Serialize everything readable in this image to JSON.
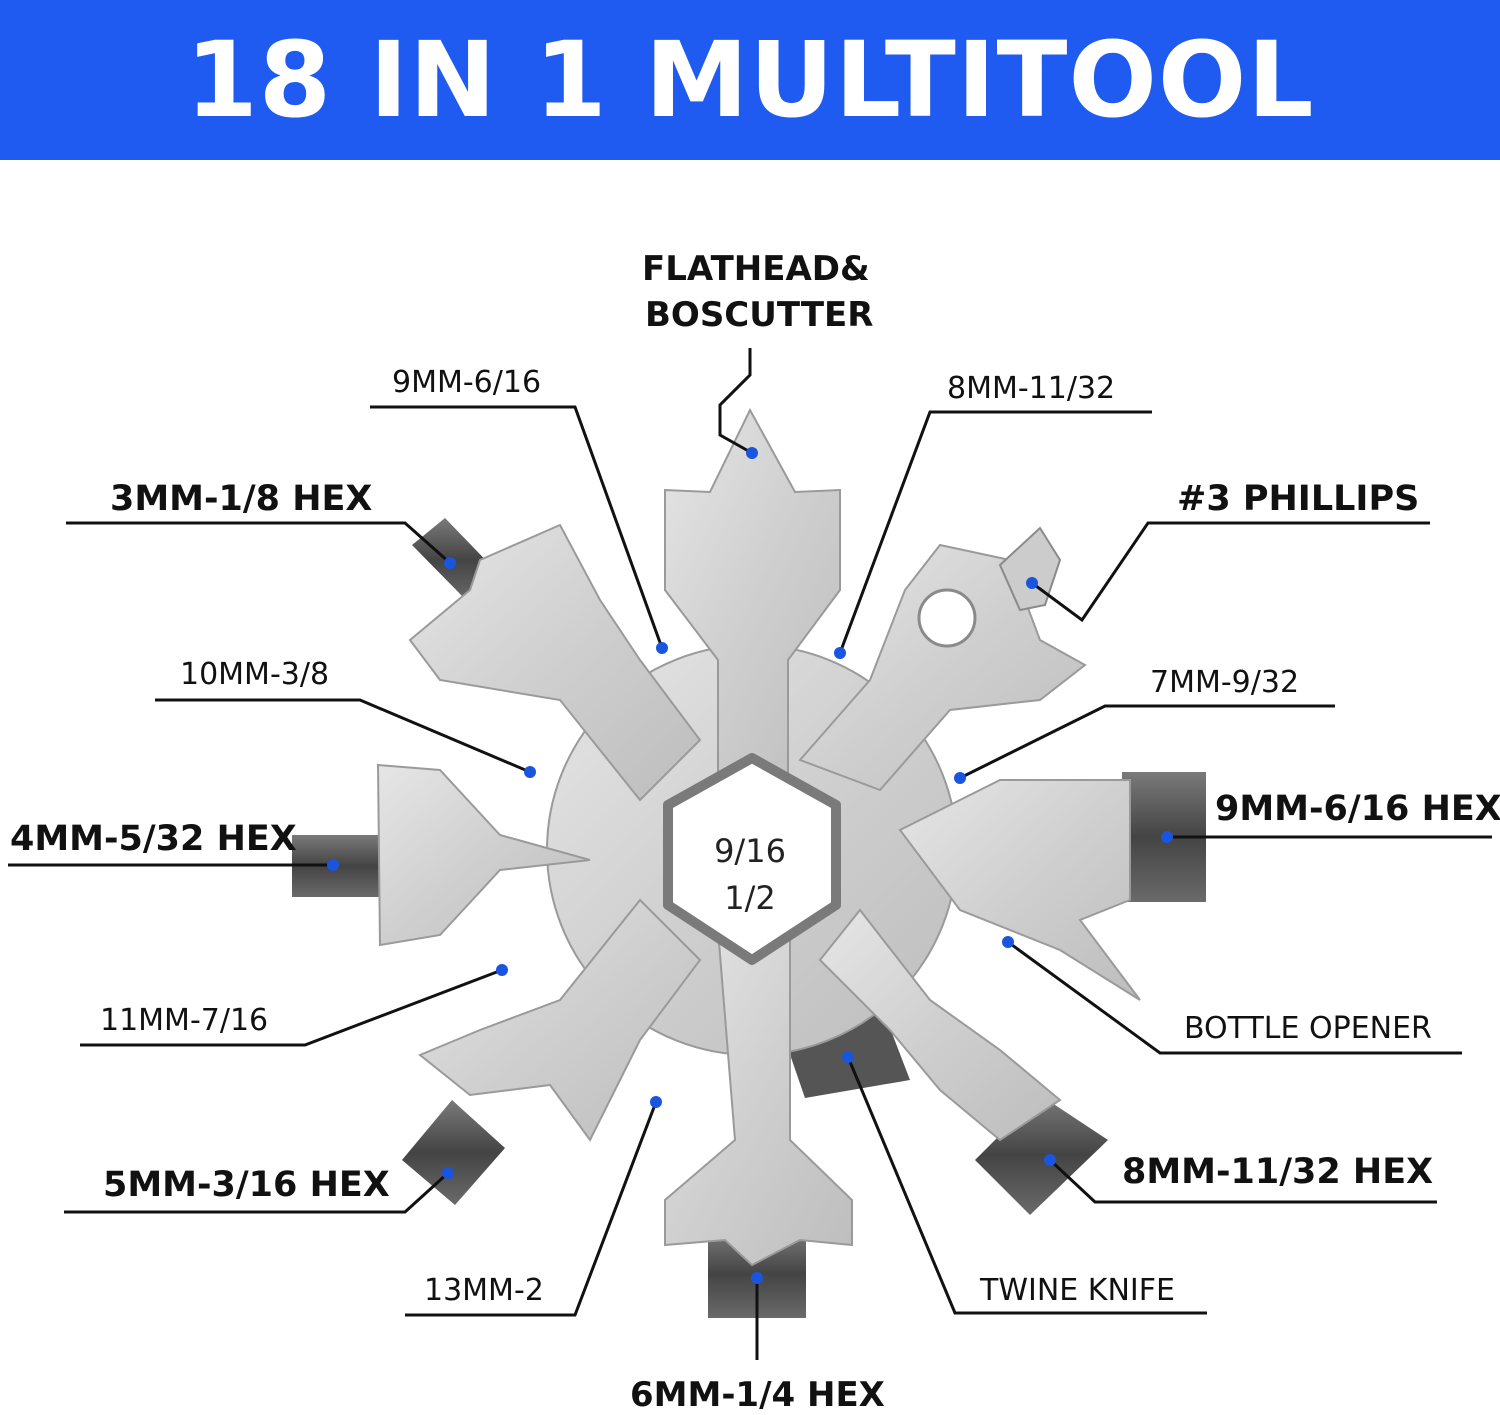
{
  "title": "18 IN 1 MULTITOOL",
  "colors": {
    "banner": "#1f5bf0",
    "title_text": "#ffffff",
    "dot": "#1a55e0",
    "line": "#111111",
    "steel": "#d2d2d2",
    "steel_edge": "#9a9a9a",
    "dark_bit": "#5a5a5a"
  },
  "center": {
    "line1": "9/16",
    "line2": "1/2"
  },
  "labels": {
    "flathead_line1": "FLATHEAD&",
    "flathead_line2": "BOSCUTTER",
    "nine_mm": "9MM-6/16",
    "eight_mm": "8MM-11/32",
    "three_mm_hex": "3MM-1/8 HEX",
    "phillips": "#3 PHILLIPS",
    "ten_mm": "10MM-3/8",
    "seven_mm": "7MM-9/32",
    "four_mm_hex": "4MM-5/32 HEX",
    "nine_mm_hex": "9MM-6/16 HEX",
    "eleven_mm": "11MM-7/16",
    "bottle_opener": "BOTTLE OPENER",
    "five_mm_hex": "5MM-3/16 HEX",
    "eight_mm_hex": "8MM-11/32 HEX",
    "thirteen_mm": "13MM-2",
    "twine_knife": "TWINE KNIFE",
    "six_mm_hex": "6MM-1/4 HEX"
  }
}
